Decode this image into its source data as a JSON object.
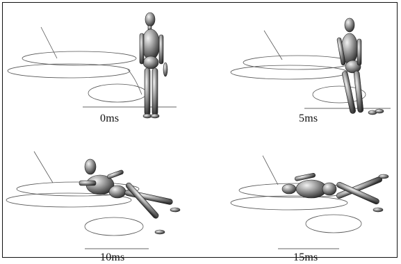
{
  "figure": {
    "panels": [
      {
        "id": "p0",
        "label": "0ms"
      },
      {
        "id": "p1",
        "label": "5ms"
      },
      {
        "id": "p2",
        "label": "10ms"
      },
      {
        "id": "p3",
        "label": "15ms"
      }
    ]
  }
}
